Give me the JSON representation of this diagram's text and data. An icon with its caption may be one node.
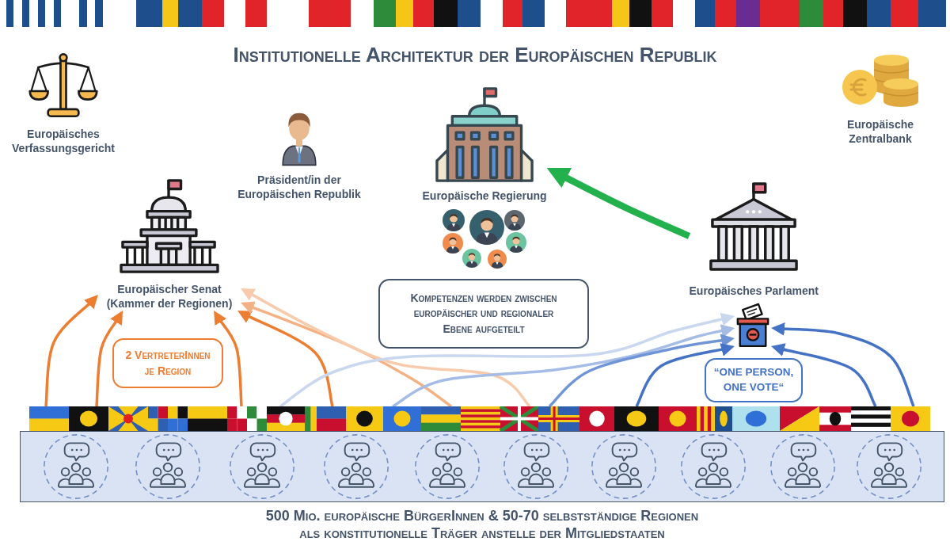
{
  "diagram": {
    "title": "Institutionelle Architektur der Europäischen Republik",
    "nodes": [
      {
        "text": [
          "Europäisches Verfassungsgericht"
        ]
      },
      {
        "text": [
          "Präsident/in der Europäischen Republik"
        ]
      },
      {
        "text": [
          "Europäische Regierung"
        ]
      },
      {
        "text": [
          "Europäische Zentralbank"
        ]
      },
      {
        "text": [
          "Europäischer Senat (Kammer der Regionen)"
        ]
      },
      {
        "text": [
          "Europäisches Parlament"
        ]
      },
      {
        "text": [],
        "shape": "picture"
      },
      {
        "text": [
          "Kompetenzen werden zwischen europäischer und regionaler Ebene aufgeteilt"
        ]
      },
      {
        "text": [
          "2 VertreterInnen je Region"
        ]
      },
      {
        "text": [
          "“ONE PERSON, ONE VOTE“"
        ]
      },
      {
        "text": [],
        "shape": "picture"
      },
      {
        "text": [
          "500 Mio. europäische BürgerInnen & 50-70 selbstständige Regionen als konstitutionelle Träger anstelle der Mitgliedstaaten"
        ]
      }
    ],
    "edges": [
      {
        "from": 10,
        "to": 4,
        "arrow": "to",
        "color": "#ed7d31"
      },
      {
        "from": 10,
        "to": 4,
        "arrow": "to",
        "color": "#ed7d31"
      },
      {
        "from": 10,
        "to": 4,
        "arrow": "to",
        "color": "#ed7d31"
      },
      {
        "from": 10,
        "to": 4,
        "arrow": "to",
        "color": "#ed7d31"
      },
      {
        "from": 10,
        "to": 4,
        "arrow": "to",
        "color": "#f4b183"
      },
      {
        "from": 10,
        "to": 4,
        "arrow": "to",
        "color": "#f8cbad"
      },
      {
        "from": 10,
        "to": 6,
        "arrow": "to",
        "color": "#c9d7ef"
      },
      {
        "from": 10,
        "to": 6,
        "arrow": "to",
        "color": "#a4bce6"
      },
      {
        "from": 10,
        "to": 6,
        "arrow": "to",
        "color": "#6f95d6"
      },
      {
        "from": 10,
        "to": 6,
        "arrow": "to",
        "color": "#4472c4"
      },
      {
        "from": 10,
        "to": 6,
        "arrow": "to",
        "color": "#4472c4"
      },
      {
        "from": 10,
        "to": 6,
        "arrow": "to",
        "color": "#4472c4"
      },
      {
        "from": 5,
        "to": 2,
        "arrow": "to",
        "style": "thick",
        "color": "#22b14c"
      }
    ]
  }
}
